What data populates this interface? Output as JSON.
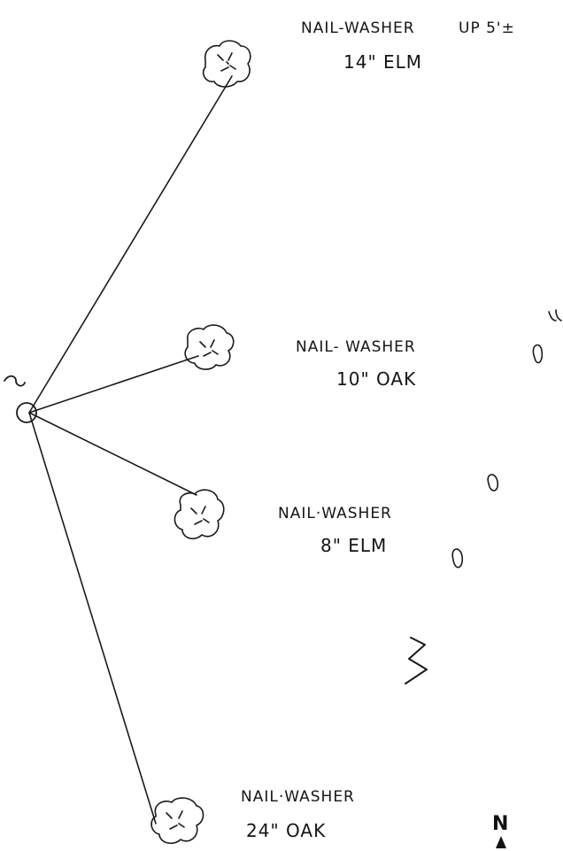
{
  "colors": {
    "ink": "#141414",
    "paper": "#ffffff"
  },
  "top_note": {
    "label": "NAIL-WASHER",
    "extra": "UP 5'±",
    "tree": "14\" ELM"
  },
  "trees": [
    {
      "id": "tree-14-elm",
      "label": "NAIL- WASHER",
      "size": "10\" OAK"
    },
    {
      "id": "tree-8-elm",
      "label": "NAIL·WASHER",
      "size": "8\" ELM"
    },
    {
      "id": "tree-24-oak",
      "label": "NAIL·WASHER",
      "size": "24\" OAK"
    }
  ],
  "north_arrow": {
    "label": "N"
  },
  "icons": [
    "tree-canopy-icon",
    "survey-point-icon",
    "north-arrow-icon",
    "breakline-icon"
  ]
}
